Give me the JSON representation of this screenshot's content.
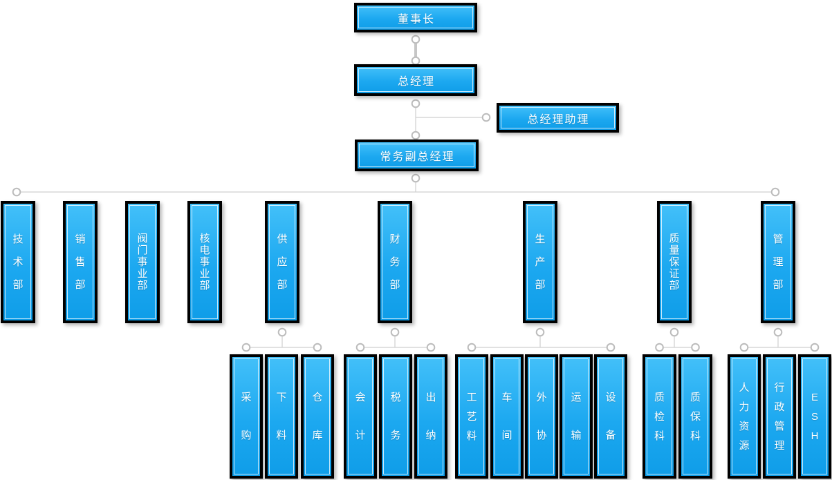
{
  "colors": {
    "box_fill_top": "#43c0f9",
    "box_fill_bottom": "#0f9de8",
    "box_border": "#000000",
    "box_inner_line": "#ffffff",
    "connector_line": "#cfcfcf",
    "connector_dot_stroke": "#bcbcbc",
    "label_text": "#ffffff"
  },
  "nodes": {
    "chairman": {
      "label": "董事长"
    },
    "general_manager": {
      "label": "总经理"
    },
    "gm_assistant": {
      "label": "总经理助理"
    },
    "executive_deputy_gm": {
      "label": "常务副总经理"
    }
  },
  "departments": [
    {
      "label": "技术部",
      "children": []
    },
    {
      "label": "销售部",
      "children": []
    },
    {
      "label": "阀门事业部",
      "children": []
    },
    {
      "label": "核电事业部",
      "children": []
    },
    {
      "label": "供应部",
      "children": [
        "采购",
        "下料",
        "仓库"
      ]
    },
    {
      "label": "财务部",
      "children": [
        "会计",
        "税务",
        "出纳"
      ]
    },
    {
      "label": "生产部",
      "children": [
        "工艺料",
        "车间",
        "外协",
        "运输",
        "设备"
      ]
    },
    {
      "label": "质量保证部",
      "children": [
        "质检科",
        "质保科"
      ]
    },
    {
      "label": "管理部",
      "children": [
        "人力资源",
        "行政管理",
        "ESH"
      ]
    }
  ]
}
